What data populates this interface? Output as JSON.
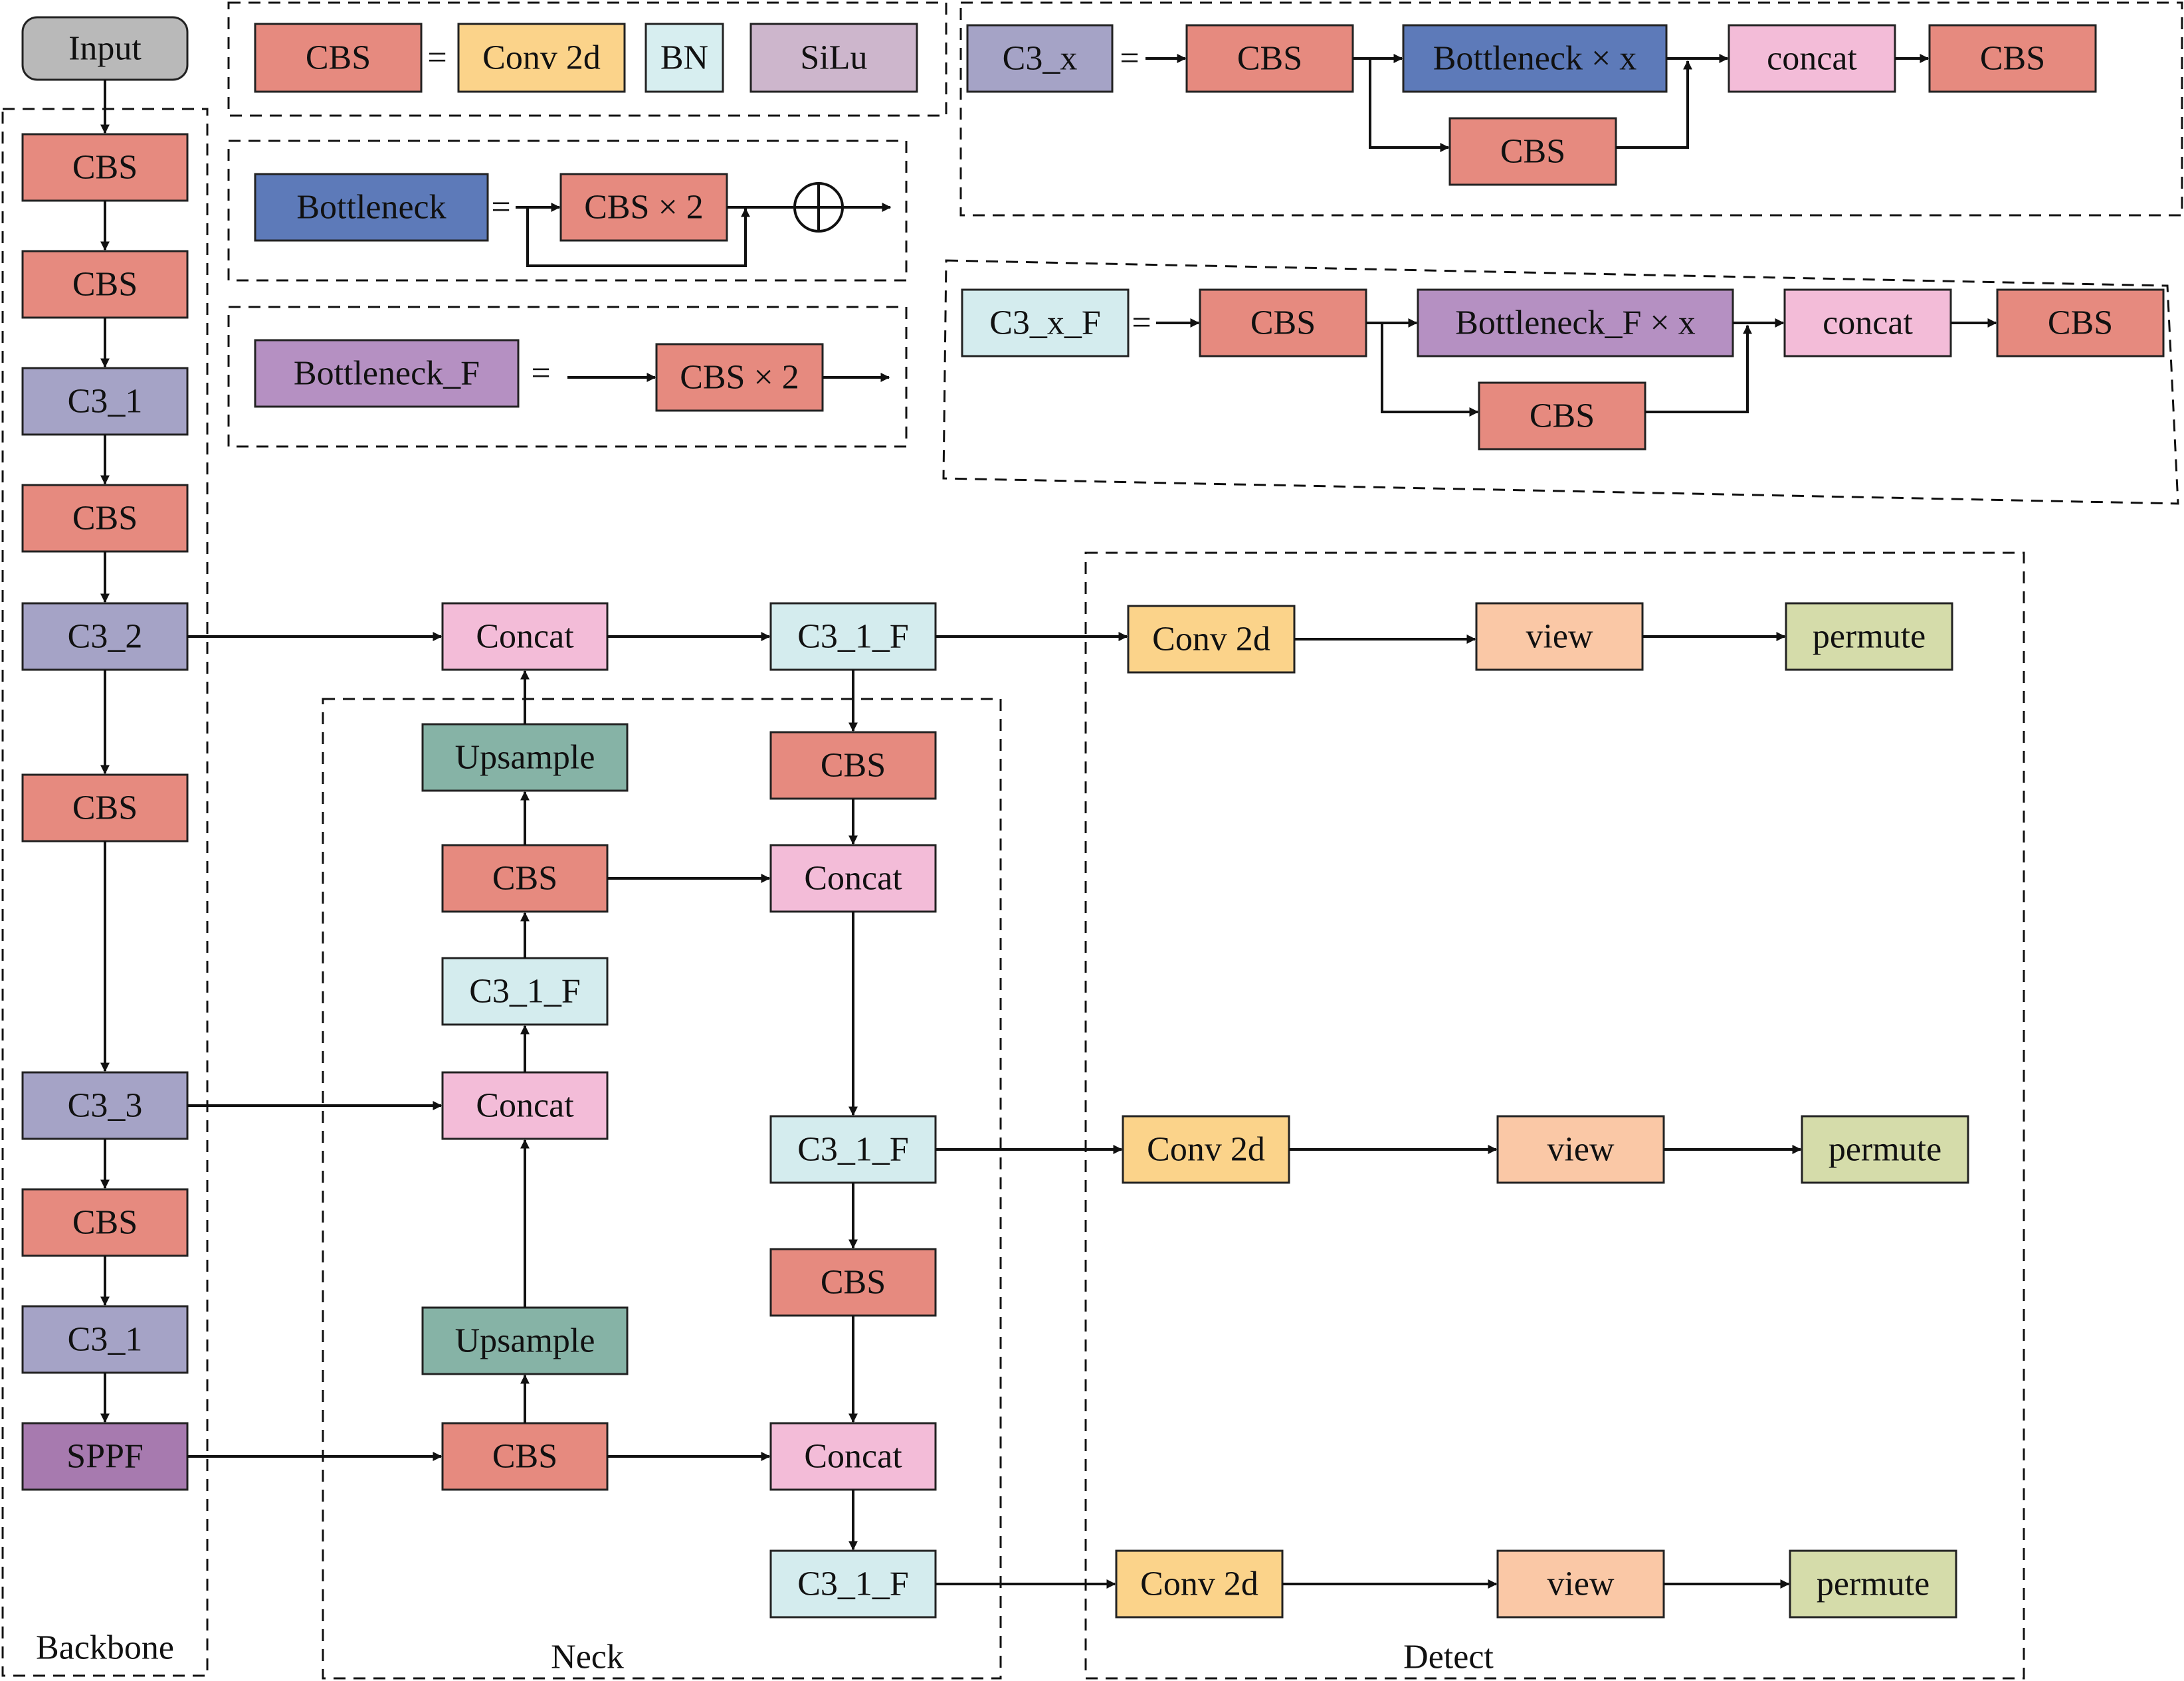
{
  "colors": {
    "cbs": "#e68a7f",
    "conv": "#fbd38a",
    "bn": "#d7eef0",
    "silu": "#cdb6cc",
    "c3": "#a5a3c6",
    "c3f": "#d4ecee",
    "bottleneck": "#5d7ab9",
    "bottleneckF": "#b590c2",
    "concat": "#f3bcd8",
    "upsample": "#86b3a6",
    "view": "#fac8a6",
    "permute": "#d5dcaa",
    "sppf": "#a77aaf",
    "input": "#b9b9b9"
  },
  "groups": {
    "backbone": "Backbone",
    "neck": "Neck",
    "detect": "Detect"
  },
  "legend": {
    "equals": "=",
    "cbs": "CBS",
    "conv": "Conv 2d",
    "bn": "BN",
    "silu": "SiLu",
    "bottleneck": "Bottleneck",
    "bottleneck_f": "Bottleneck_F",
    "cbs_x2": "CBS × 2",
    "c3x": "C3_x",
    "bottleneck_xx": "Bottleneck × x",
    "concat_lc": "concat",
    "c3xf": "C3_x_F",
    "bottleneck_f_xx": "Bottleneck_F × x"
  },
  "backbone": {
    "input": "Input",
    "cbs": "CBS",
    "c3_1": "C3_1",
    "c3_2": "C3_2",
    "c3_3": "C3_3",
    "sppf": "SPPF"
  },
  "neck": {
    "concat": "Concat",
    "upsample": "Upsample",
    "cbs": "CBS",
    "c3_1_f": "C3_1_F"
  },
  "detect": {
    "conv": "Conv 2d",
    "view": "view",
    "permute": "permute"
  }
}
